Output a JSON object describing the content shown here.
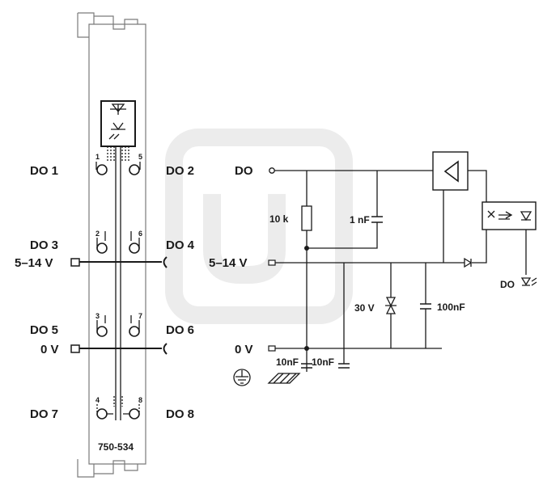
{
  "module": {
    "part_number": "750-534",
    "left_labels": [
      "DO 1",
      "DO 3",
      "DO 5",
      "DO 7"
    ],
    "right_labels": [
      "DO 2",
      "DO 4",
      "DO 6",
      "DO 8"
    ],
    "supply_label": "5–14 V",
    "ground_label": "0 V",
    "pins": [
      "1",
      "5",
      "2",
      "6",
      "3",
      "7",
      "4",
      "8"
    ]
  },
  "schematic": {
    "output_label": "DO",
    "supply_label": "5–14 V",
    "ground_label": "0 V",
    "resistor": "10 k",
    "cap_1": "1 nF",
    "zener": "30 V",
    "cap_2": "100nF",
    "cap_3": "10nF",
    "cap_4": "10nF",
    "led_label": "DO"
  }
}
